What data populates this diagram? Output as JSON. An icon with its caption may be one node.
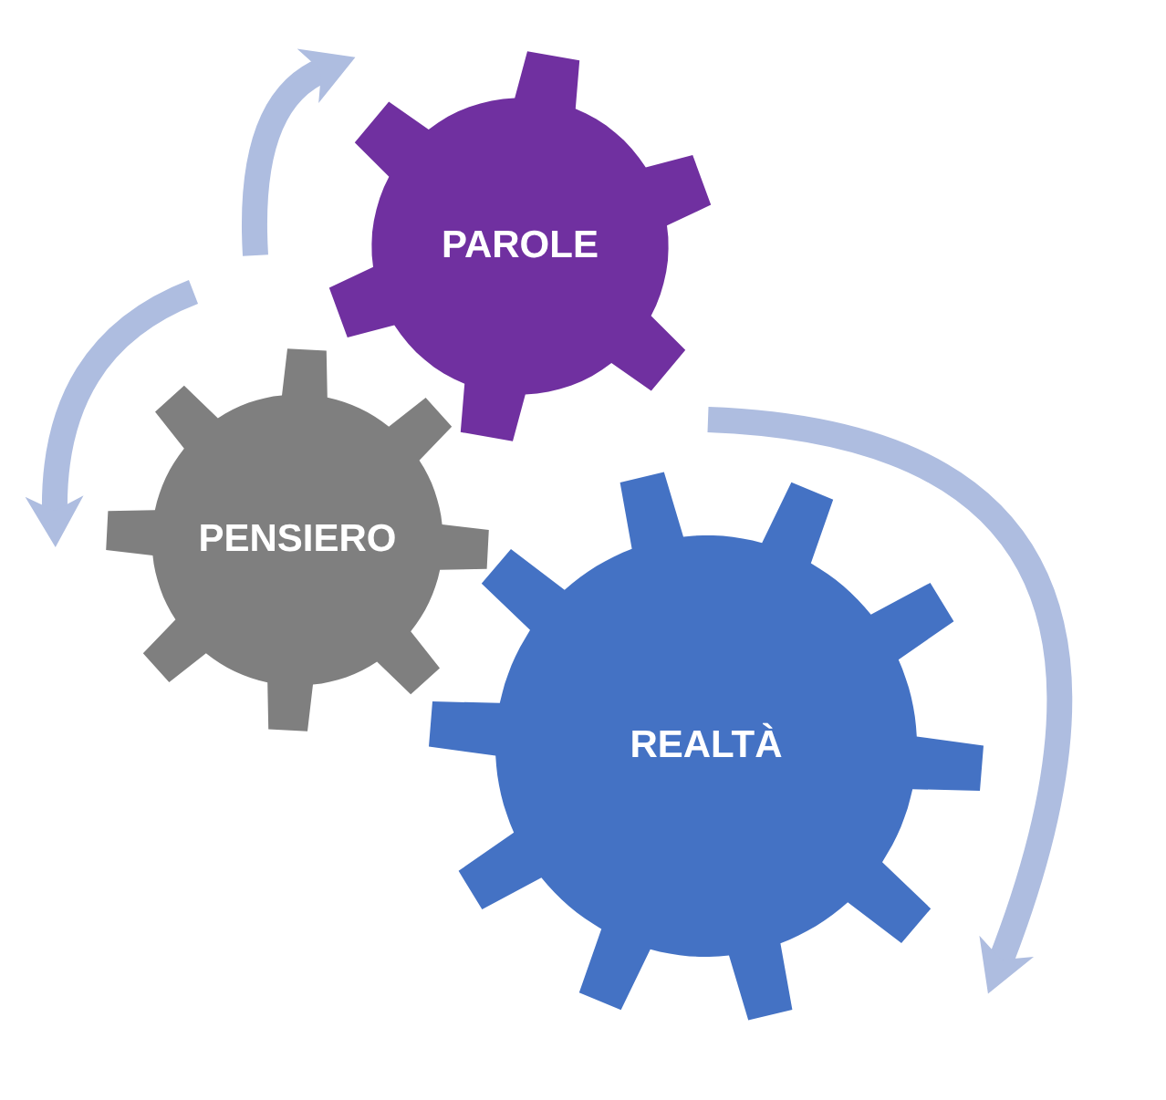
{
  "diagram": {
    "nodes": [
      {
        "text": [
          "PAROLE"
        ]
      },
      {
        "text": [
          "PENSIERO"
        ]
      },
      {
        "text": [
          "REALTÀ"
        ]
      }
    ]
  }
}
